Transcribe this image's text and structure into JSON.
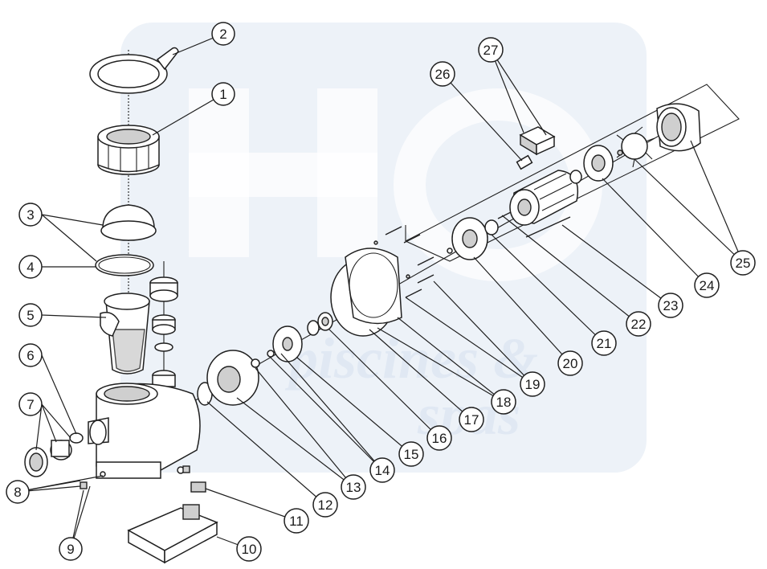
{
  "diagram": {
    "type": "exploded-parts-diagram",
    "watermark_text": [
      "piscines &",
      "spas"
    ],
    "callouts": [
      {
        "number": "1"
      },
      {
        "number": "2"
      },
      {
        "number": "3"
      },
      {
        "number": "4"
      },
      {
        "number": "5"
      },
      {
        "number": "6"
      },
      {
        "number": "7"
      },
      {
        "number": "8"
      },
      {
        "number": "9"
      },
      {
        "number": "10"
      },
      {
        "number": "11"
      },
      {
        "number": "12"
      },
      {
        "number": "13"
      },
      {
        "number": "14"
      },
      {
        "number": "15"
      },
      {
        "number": "16"
      },
      {
        "number": "17"
      },
      {
        "number": "18"
      },
      {
        "number": "19"
      },
      {
        "number": "20"
      },
      {
        "number": "21"
      },
      {
        "number": "22"
      },
      {
        "number": "23"
      },
      {
        "number": "24"
      },
      {
        "number": "25"
      },
      {
        "number": "26"
      },
      {
        "number": "27"
      }
    ]
  }
}
